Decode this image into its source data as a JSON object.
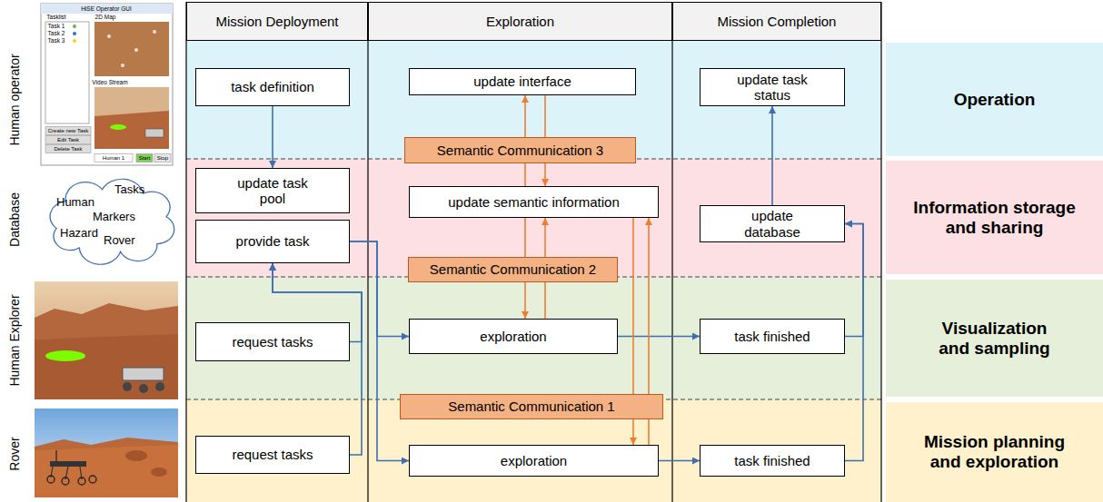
{
  "diagram": {
    "nodes": [
      {
        "text": [
          "Mission Deployment"
        ]
      },
      {
        "text": [
          "Exploration"
        ]
      },
      {
        "text": [
          "Mission Completion"
        ]
      },
      {
        "text": [
          "task definition"
        ]
      },
      {
        "text": [
          "update interface"
        ]
      },
      {
        "text": [
          "update task status"
        ]
      },
      {
        "text": [
          "Operation"
        ]
      },
      {
        "text": [
          "Semantic Communication 3"
        ]
      },
      {
        "text": [
          "Tasks",
          "Human",
          "Markers",
          "Hazard",
          "Rover"
        ]
      },
      {
        "text": [
          "update task pool"
        ]
      },
      {
        "text": [
          "provide task"
        ]
      },
      {
        "text": [
          "update semantic information"
        ]
      },
      {
        "text": [
          "update database"
        ]
      },
      {
        "text": [
          "Information storage and sharing"
        ]
      },
      {
        "text": [
          "Semantic Communication 2"
        ]
      },
      {
        "text": [
          "request tasks"
        ]
      },
      {
        "text": [
          "exploration"
        ]
      },
      {
        "text": [
          "task finished"
        ]
      },
      {
        "text": [
          "Visualization and sampling"
        ]
      },
      {
        "text": [
          "Semantic Communication 1"
        ]
      },
      {
        "text": [
          "request tasks"
        ]
      },
      {
        "text": [
          "exploration"
        ]
      },
      {
        "text": [
          "task finished"
        ]
      },
      {
        "text": [
          "Mission planning and exploration"
        ]
      }
    ],
    "edges": [
      {
        "from": 3,
        "to": 9,
        "arrow": "to"
      },
      {
        "from": 15,
        "to": 10,
        "arrow": "to"
      },
      {
        "from": 20,
        "to": 10,
        "arrow": "to"
      },
      {
        "from": 10,
        "to": 16,
        "arrow": "to"
      },
      {
        "from": 10,
        "to": 21,
        "arrow": "to"
      },
      {
        "from": 16,
        "to": 17,
        "arrow": "to"
      },
      {
        "from": 21,
        "to": 22,
        "arrow": "to"
      },
      {
        "from": 17,
        "to": 12,
        "arrow": "to"
      },
      {
        "from": 22,
        "to": 12,
        "arrow": "to"
      },
      {
        "from": 12,
        "to": 5,
        "arrow": "to"
      },
      {
        "from": 11,
        "to": 4,
        "arrow": "to"
      },
      {
        "from": 4,
        "to": 11,
        "arrow": "to"
      },
      {
        "from": 11,
        "to": 16,
        "arrow": "to"
      },
      {
        "from": 16,
        "to": 11,
        "arrow": "to"
      },
      {
        "from": 11,
        "to": 21,
        "arrow": "to"
      },
      {
        "from": 21,
        "to": 11,
        "arrow": "to"
      }
    ],
    "labels": [
      "Human operator",
      "HiSE Operator GUI",
      "Tasklist",
      "2D Map",
      "Task 1",
      "Task 2",
      "Task 3",
      "Video Stream",
      "Create new Task",
      "Edit Task",
      "Delete Task",
      "Human 1",
      "Start",
      "Stop",
      "Database",
      "Human Explorer",
      "Rover"
    ]
  }
}
